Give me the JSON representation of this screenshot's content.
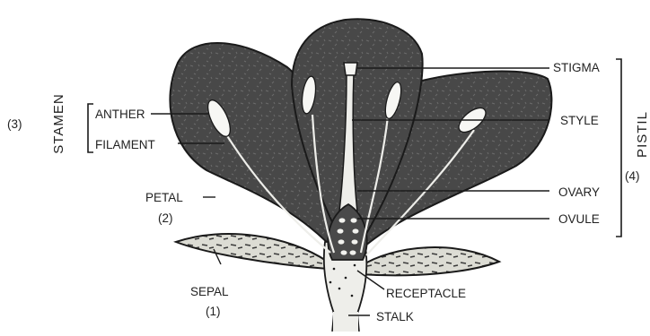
{
  "diagram": {
    "labels": {
      "stigma": "STIGMA",
      "style": "STYLE",
      "ovary": "OVARY",
      "ovule": "OVULE",
      "pistil": "PISTIL",
      "pistil_number": "(4)",
      "anther": "ANTHER",
      "filament": "FILAMENT",
      "stamen": "STAMEN",
      "stamen_number": "(3)",
      "petal": "PETAL",
      "petal_number": "(2)",
      "sepal": "SEPAL",
      "sepal_number": "(1)",
      "receptacle": "RECEPTACLE",
      "stalk": "STALK"
    },
    "colors": {
      "petal": "#4a4a4a",
      "petal_texture": "#6b6b6b",
      "line": "#1a1a1a",
      "pale": "#f2f2ee",
      "sepal": "#d9d9d2"
    }
  }
}
